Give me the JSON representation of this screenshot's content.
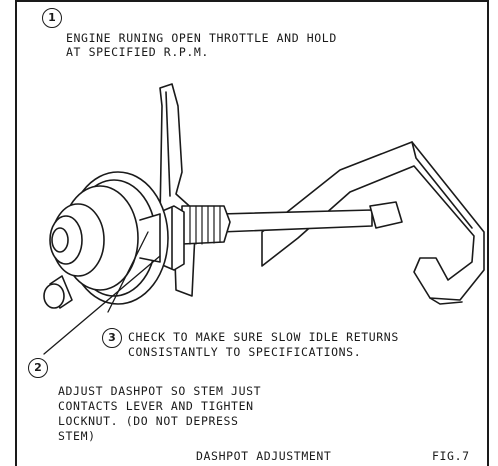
{
  "steps": [
    {
      "number": "1",
      "lines": [
        "ENGINE RUNING OPEN THROTTLE AND HOLD",
        "AT SPECIFIED R.P.M."
      ]
    },
    {
      "number": "2",
      "lines": [
        "ADJUST DASHPOT SO STEM JUST",
        "CONTACTS LEVER AND TIGHTEN",
        "LOCKNUT. (DO NOT DEPRESS",
        "STEM)"
      ]
    },
    {
      "number": "3",
      "lines": [
        "CHECK TO MAKE SURE SLOW IDLE RETURNS",
        "CONSISTANTLY TO SPECIFICATIONS."
      ]
    }
  ],
  "caption": "DASHPOT ADJUSTMENT",
  "figure_label": "FIG.7",
  "colors": {
    "ink": "#1a1a1a",
    "paper": "#ffffff"
  }
}
